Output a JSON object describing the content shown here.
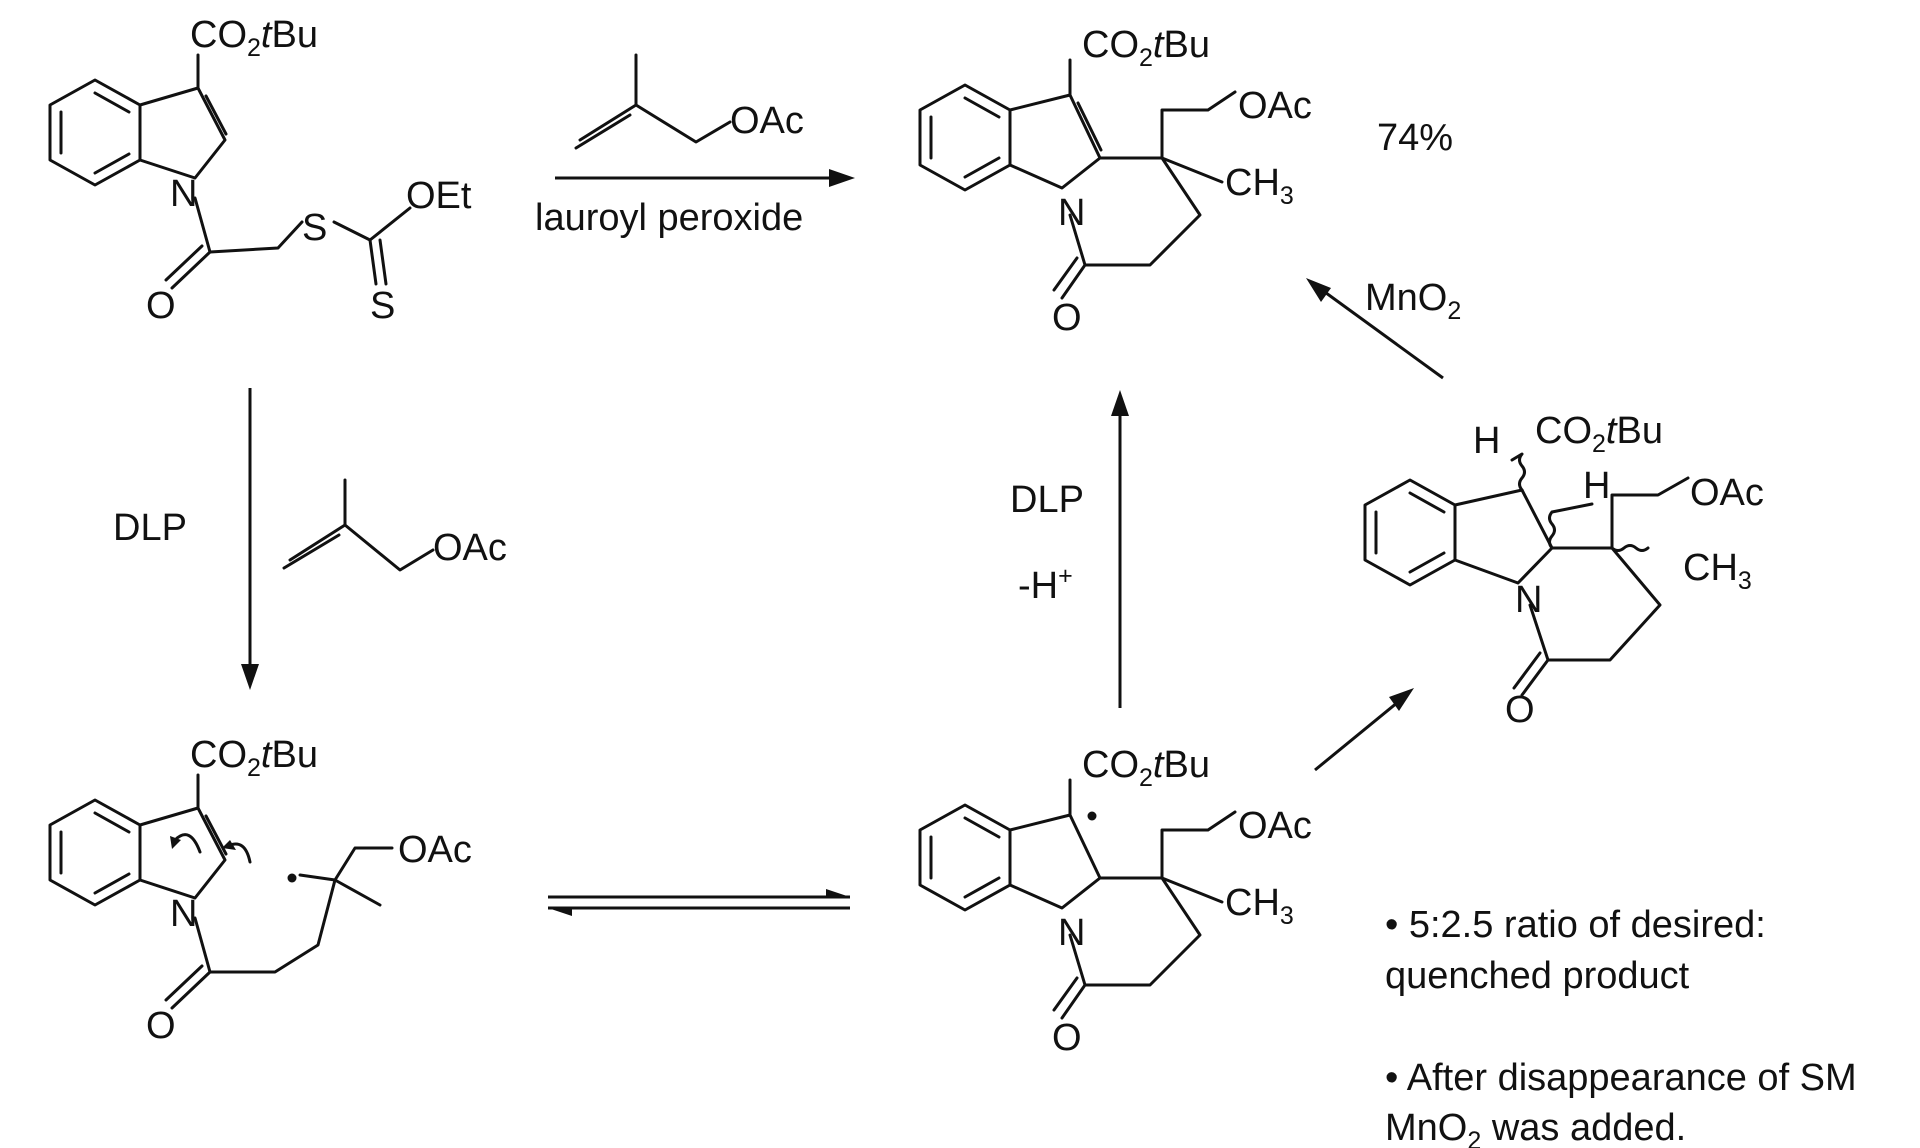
{
  "labels": {
    "co2": "CO",
    "sub2": "2",
    "tbu_t": "t",
    "tbu_bu": "Bu",
    "oac": "OAc",
    "oet": "OEt",
    "s": "S",
    "n": "N",
    "o": "O",
    "h": "H",
    "ch": "CH",
    "sub3": "3",
    "mno": "MnO",
    "dlp": "DLP",
    "minus_h": "-H",
    "plus": "+",
    "lauroyl": "lauroyl peroxide"
  },
  "yield": "74%",
  "notes": {
    "line1": "• 5:2.5 ratio of desired:",
    "line2": "quenched product",
    "line3": "• After disappearance of SM",
    "line4_a": "MnO",
    "line4_sub": "2",
    "line4_b": " was added."
  }
}
